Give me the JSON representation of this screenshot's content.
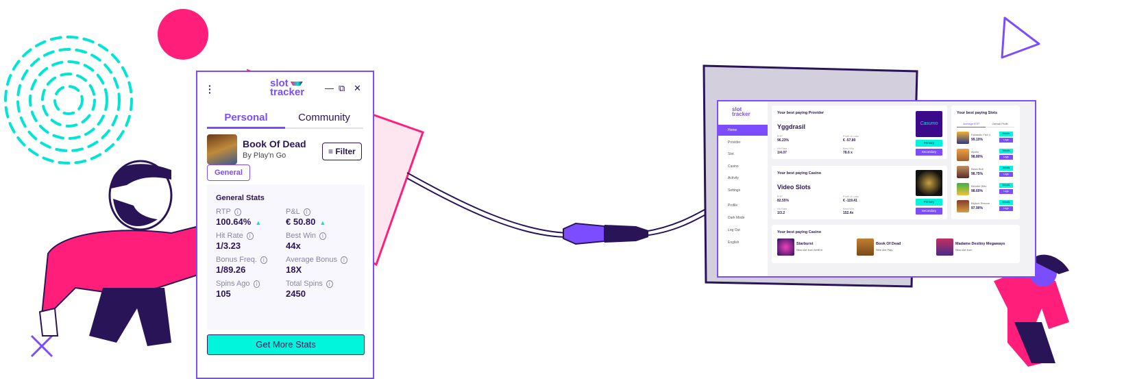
{
  "colors": {
    "brand": "#7b4dff",
    "accent": "#00f5dc",
    "pink": "#ff1f7a",
    "dark": "#2a1458"
  },
  "widget": {
    "logo": "slot tracker",
    "menu_icon": "kebab-icon",
    "controls": {
      "minimize": "—",
      "popout": "⧉",
      "close": "✕"
    },
    "tabs": [
      {
        "label": "Personal",
        "active": true
      },
      {
        "label": "Community",
        "active": false
      }
    ],
    "game": {
      "name": "Book Of Dead",
      "provider": "By Play'n Go"
    },
    "filter_label": "Filter",
    "general_label": "General",
    "stats_title": "General Stats",
    "stats": [
      {
        "label": "RTP",
        "value": "100.64%",
        "trend": "up"
      },
      {
        "label": "P&L",
        "value": "€ 50.80",
        "trend": "up"
      },
      {
        "label": "Hit Rate",
        "value": "1/3.23"
      },
      {
        "label": "Best Win",
        "value": "44x"
      },
      {
        "label": "Bonus Freq.",
        "value": "1/89.26"
      },
      {
        "label": "Average Bonus",
        "value": "18X"
      },
      {
        "label": "Spins Ago",
        "value": "105"
      },
      {
        "label": "Total Spins",
        "value": "2450"
      }
    ],
    "cta": "Get More Stats"
  },
  "dashboard": {
    "logo": "slot tracker",
    "nav": [
      "Home",
      "Provider",
      "Slot",
      "Casino",
      "Activity",
      "Settings"
    ],
    "nav_bottom": [
      "Profile",
      "Dark Mode",
      "Log Out",
      "English"
    ],
    "provider_card": {
      "title": "Your best paying Provider",
      "name": "Yggdrasil",
      "logo_text": "Casumo",
      "metrics": [
        {
          "label": "RTP",
          "value": "96.23%"
        },
        {
          "label": "Profit & Loss",
          "value": "€ -57.80"
        },
        {
          "label": "Hit Rate",
          "value": "1/4.07"
        },
        {
          "label": "Best Win",
          "value": "78.6 x"
        }
      ]
    },
    "casino_card": {
      "title": "Your best paying Casino",
      "name": "Video Slots",
      "metrics": [
        {
          "label": "RTP",
          "value": "82.55%"
        },
        {
          "label": "Profit & Loss",
          "value": "€ -119.41"
        },
        {
          "label": "Hit Rate",
          "value": "1/3.2"
        },
        {
          "label": "Best Win",
          "value": "152.4x"
        }
      ]
    },
    "primary": "Primary",
    "secondary": "Secondary",
    "slots_card": {
      "title": "Your best paying Slots",
      "tabs": [
        "Average RTP",
        "Overall Profit"
      ],
      "details": "Details",
      "logs": "Logs",
      "items": [
        {
          "name": "Fantastic Fish 4",
          "value": "99.10%"
        },
        {
          "name": "Apollo",
          "value": "98.80%"
        },
        {
          "name": "Black Bull",
          "value": "98.75%"
        },
        {
          "name": "Blender Blitz",
          "value": "98.60%"
        },
        {
          "name": "Bigfoot Rescue",
          "value": "97.90%"
        }
      ]
    },
    "new_card": {
      "title": "Your best paying Casino",
      "items": [
        {
          "name": "Starburst",
          "desc": "New slot from NetEnt"
        },
        {
          "name": "Book Of Dead",
          "desc": "New slot Play"
        },
        {
          "name": "Madame Destiny Megaways",
          "desc": "New slot from"
        }
      ]
    }
  }
}
